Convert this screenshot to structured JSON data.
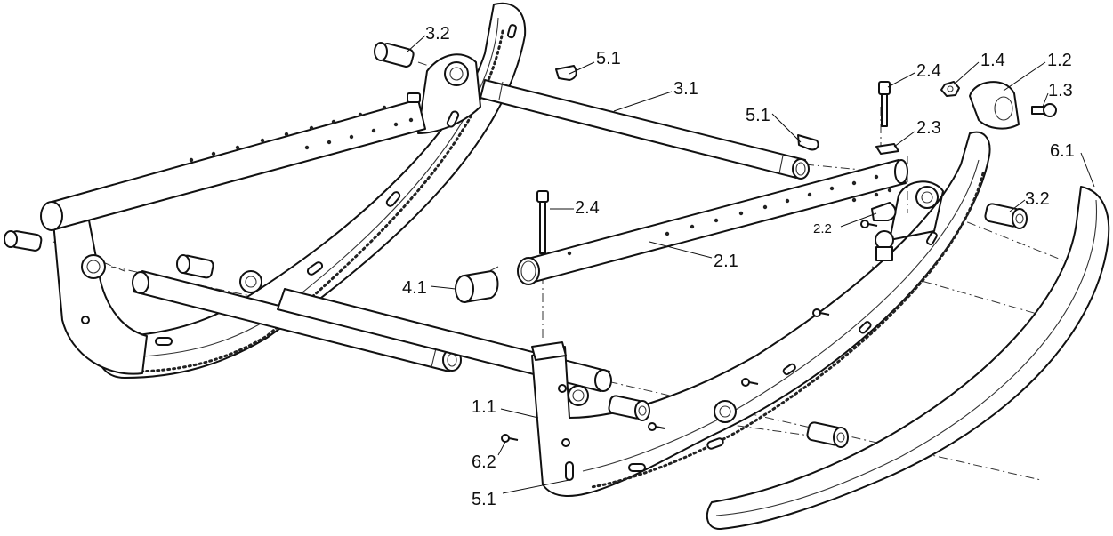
{
  "callouts": [
    {
      "id": "c1",
      "text": "3.2"
    },
    {
      "id": "c2",
      "text": "5.1"
    },
    {
      "id": "c3",
      "text": "3.1"
    },
    {
      "id": "c4",
      "text": "5.1"
    },
    {
      "id": "c5",
      "text": "2.4"
    },
    {
      "id": "c6",
      "text": "1.4"
    },
    {
      "id": "c7",
      "text": "1.2"
    },
    {
      "id": "c8",
      "text": "1.3"
    },
    {
      "id": "c9",
      "text": "2.3"
    },
    {
      "id": "c10",
      "text": "6.1"
    },
    {
      "id": "c11",
      "text": "2.4"
    },
    {
      "id": "c12",
      "text": "3.2"
    },
    {
      "id": "c13",
      "text": "2.2"
    },
    {
      "id": "c14",
      "text": "2.1"
    },
    {
      "id": "c15",
      "text": "4.1"
    },
    {
      "id": "c16",
      "text": "1.1"
    },
    {
      "id": "c17",
      "text": "6.2"
    },
    {
      "id": "c18",
      "text": "5.1"
    }
  ]
}
